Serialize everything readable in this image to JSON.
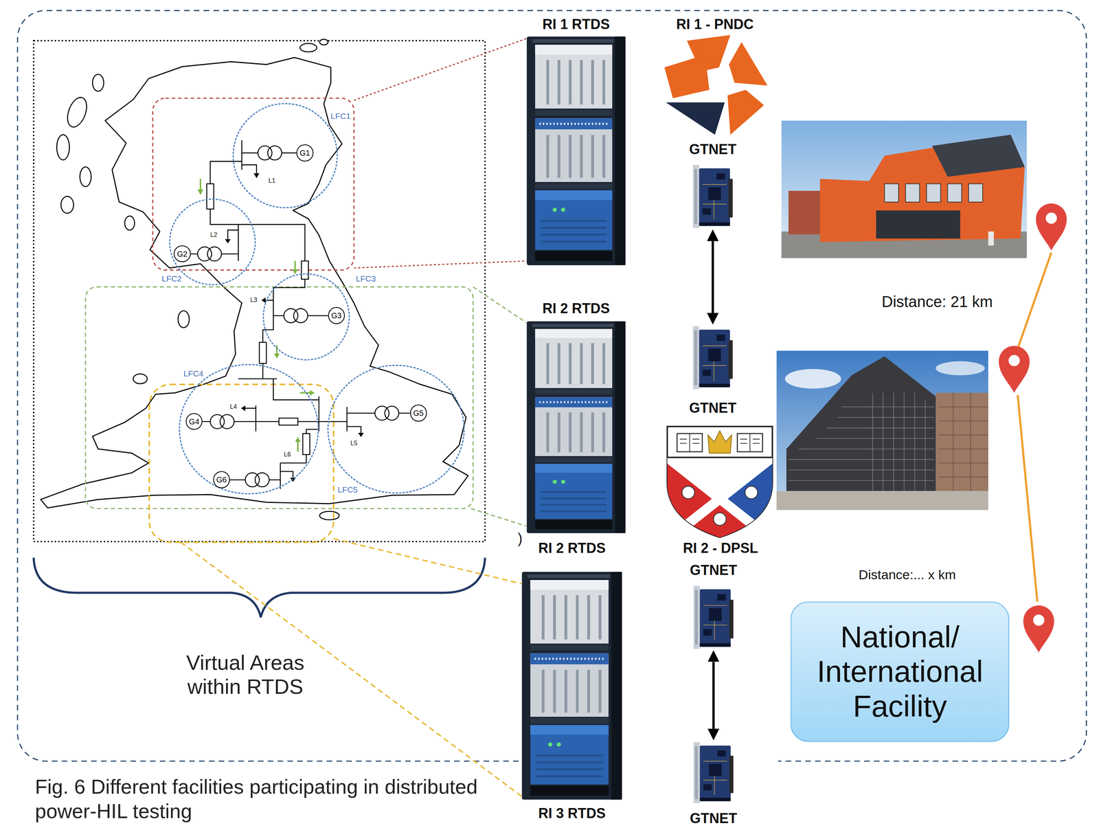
{
  "diagram": {
    "caption": "Fig. 6 Different facilities participating in distributed power-HIL testing",
    "nodes": [
      {
        "text": [
          "LFC1"
        ]
      },
      {
        "text": [
          "G1"
        ],
        "in": 0
      },
      {
        "text": [
          "LFC2"
        ]
      },
      {
        "text": [
          "G2"
        ],
        "in": 2
      },
      {
        "text": [
          "LFC3"
        ]
      },
      {
        "text": [
          "G3"
        ],
        "in": 4
      },
      {
        "text": [
          "LFC4"
        ]
      },
      {
        "text": [
          "G4"
        ],
        "in": 6
      },
      {
        "text": [
          "G6"
        ],
        "in": 6
      },
      {
        "text": [
          "LFC5"
        ]
      },
      {
        "text": [
          "G5"
        ],
        "in": 9
      },
      {
        "text": [
          "RI 1 RTDS"
        ]
      },
      {
        "text": [
          "RI 2 RTDS"
        ]
      },
      {
        "text": [
          "RI 2 RTDS",
          "RI 3 RTDS"
        ]
      },
      {
        "text": [
          "GTNET"
        ]
      },
      {
        "text": [
          "GTNET"
        ]
      },
      {
        "text": [
          "GTNET"
        ]
      },
      {
        "text": [
          "GTNET"
        ]
      },
      {
        "text": [
          "National/ International Facility"
        ]
      }
    ],
    "edges": [
      {
        "from": 14,
        "to": 15,
        "arrow": "both"
      },
      {
        "from": 16,
        "to": 17,
        "arrow": "both"
      }
    ],
    "labels": [
      "L1",
      "L2",
      "L3",
      "L4",
      "L5",
      "L6",
      "RI 1 - PNDC",
      "RI 2 - DPSL",
      "Distance: 21 km",
      "Distance:... x km",
      "Virtual Areas within RTDS",
      ")"
    ]
  }
}
